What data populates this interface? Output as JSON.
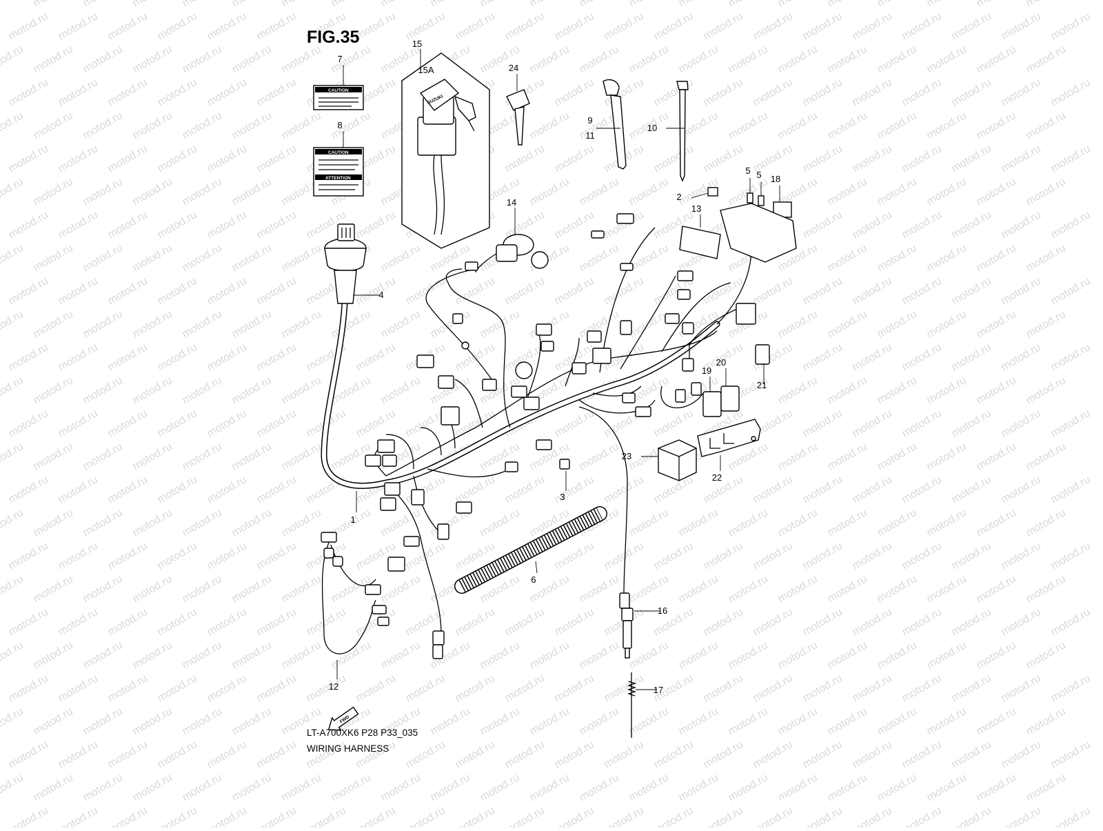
{
  "figure": {
    "title": "FIG.35",
    "model_code": "LT-A700XK6 P28 P33_035",
    "caption": "WIRING HARNESS",
    "watermark": "motod.ru"
  },
  "labels": {
    "caution": "CAUTION",
    "attention": "ATTENTION",
    "forward": "FWD",
    "key_brand": "SUZUKI"
  },
  "callouts": [
    "1",
    "2",
    "3",
    "4",
    "5",
    "5",
    "6",
    "7",
    "8",
    "9",
    "11",
    "10",
    "12",
    "13",
    "14",
    "15",
    "15A",
    "16",
    "17",
    "18",
    "19",
    "20",
    "21",
    "22",
    "23",
    "24"
  ],
  "colors": {
    "line": "#000000",
    "background": "#ffffff",
    "watermark": "#d9d9d9"
  }
}
